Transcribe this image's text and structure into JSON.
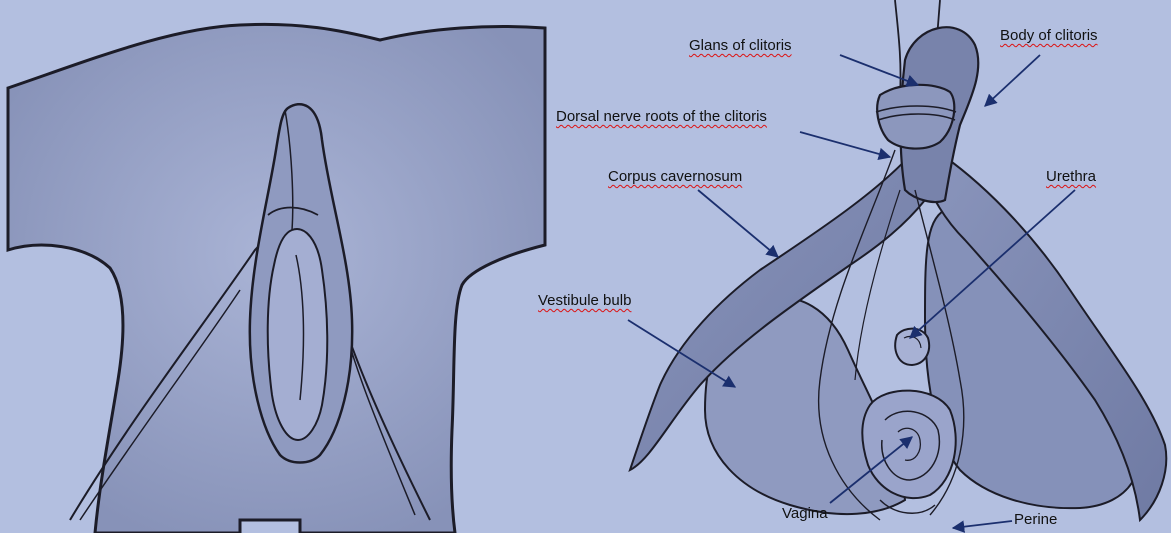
{
  "labels": {
    "glans": "Glans of clitoris",
    "body": "Body of clitoris",
    "dorsal": "Dorsal nerve roots of the clitoris",
    "corpus": "Corpus cavernosum",
    "urethra": "Urethra",
    "vestibule": "Vestibule bulb",
    "vagina": "Vagina",
    "perine": "Perine"
  },
  "colors": {
    "background": "#b3bfe0",
    "tissue_light": "#a3add0",
    "tissue_dark": "#7d89b0",
    "outline": "#1c1c28",
    "arrow": "#1b2f6e"
  }
}
